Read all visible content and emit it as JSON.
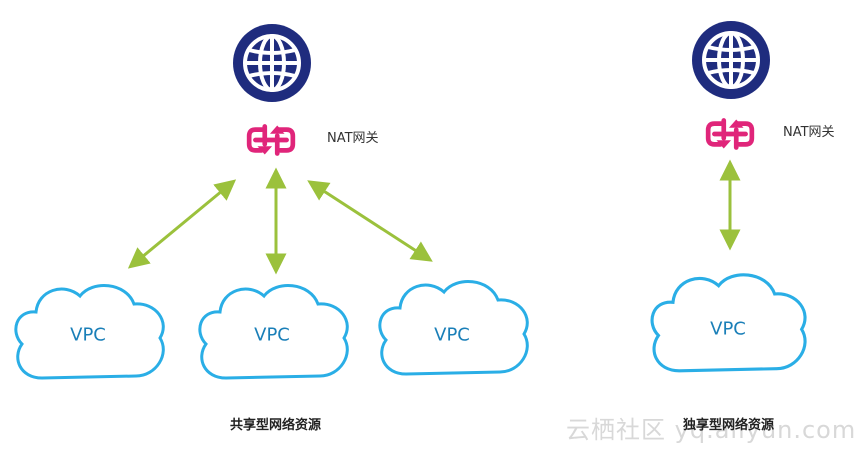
{
  "colors": {
    "globe": "#1f2c7e",
    "nat_gateway": "#e0257a",
    "arrow": "#9bc13c",
    "cloud_stroke": "#2aaee6",
    "vpc_text": "#1a7fb8",
    "watermark": "#d8d8d8"
  },
  "icons": [
    "globe-icon",
    "nat-gateway-icon",
    "cloud-icon",
    "double-arrow-icon"
  ],
  "shared": {
    "nat_label": "NAT网关",
    "caption": "共享型网络资源",
    "vpcs": [
      {
        "label": "VPC"
      },
      {
        "label": "VPC"
      },
      {
        "label": "VPC"
      }
    ]
  },
  "dedicated": {
    "nat_label": "NAT网关",
    "caption": "独享型网络资源",
    "vpcs": [
      {
        "label": "VPC"
      }
    ]
  },
  "watermark": "云栖社区 yq.aliyun.com"
}
